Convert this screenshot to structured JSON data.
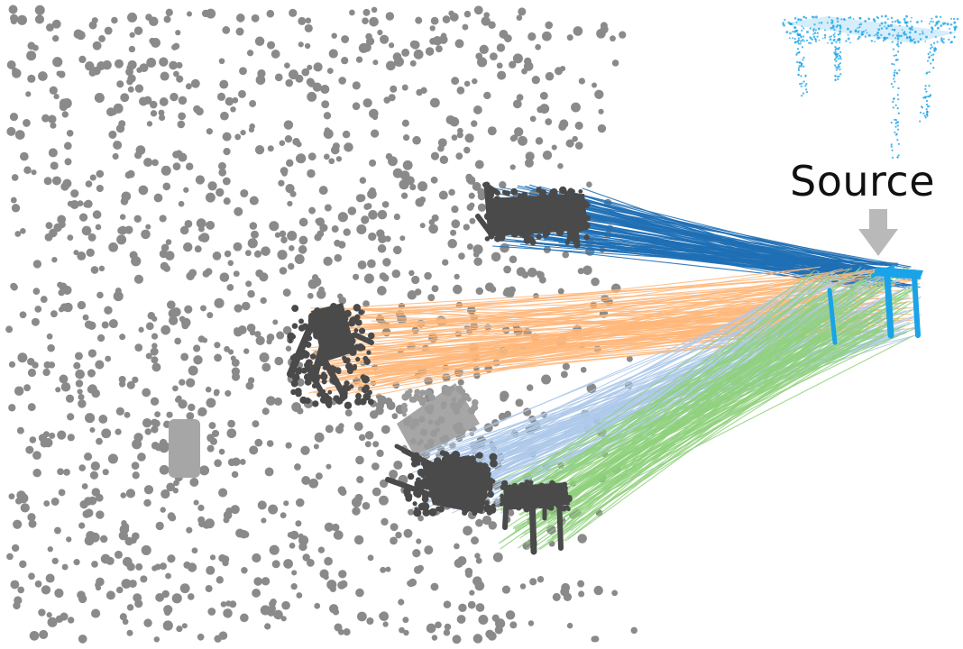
{
  "labels": {
    "source": "Source"
  },
  "colors": {
    "background": "#ffffff",
    "noise_points": "#8a8a8a",
    "target_objects": "#4a4a4a",
    "occluded_object": "#a6a6a6",
    "source_object": "#1aa3e8",
    "arrow": "#b9b9b9",
    "match_lines": [
      "#1f6fb5",
      "#ffb77a",
      "#aec9ea",
      "#8fd17c"
    ]
  },
  "objects": [
    {
      "name": "source-table",
      "role": "source",
      "color": "#1aa3e8"
    },
    {
      "name": "target-table-tilted",
      "role": "target",
      "match_color": "#1f6fb5"
    },
    {
      "name": "target-chair-left",
      "role": "target",
      "match_color": "#ffb77a"
    },
    {
      "name": "target-chair-bottom",
      "role": "target",
      "match_color": "#aec9ea"
    },
    {
      "name": "target-table-bottom",
      "role": "target",
      "match_color": "#8fd17c"
    },
    {
      "name": "distractor-box",
      "role": "distractor"
    },
    {
      "name": "distractor-panel",
      "role": "distractor"
    }
  ]
}
